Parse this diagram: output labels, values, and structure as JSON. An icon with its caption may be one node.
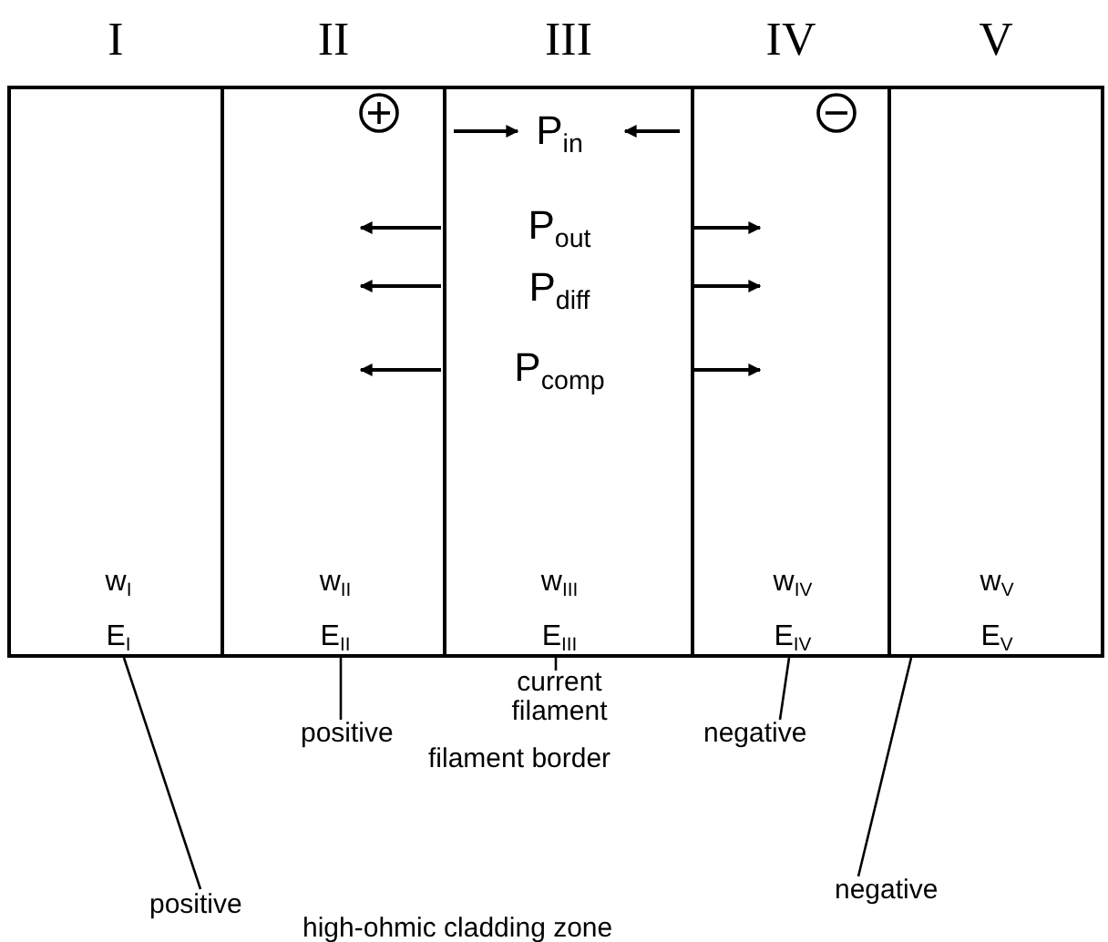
{
  "diagram": {
    "nodes": [
      {
        "text": [
          "I",
          "w$_{I}$",
          "E$_{I}$"
        ]
      },
      {
        "text": [
          "II",
          "w$_{II}$",
          "E$_{II}$"
        ]
      },
      {
        "text": [
          "III",
          "P$_{in}$",
          "P$_{out}$",
          "P$_{diff}$",
          "P$_{comp}$",
          "w$_{III}$",
          "E$_{III}$"
        ]
      },
      {
        "text": [
          "IV",
          "w$_{IV}$",
          "E$_{IV}$"
        ]
      },
      {
        "text": [
          "V",
          "w$_{V}$",
          "E$_{V}$"
        ]
      },
      {
        "text": [
          "current filament"
        ]
      },
      {
        "text": [
          "positive"
        ]
      },
      {
        "text": [
          "negative"
        ]
      },
      {
        "text": [
          "positive"
        ]
      },
      {
        "text": [
          "negative"
        ]
      }
    ],
    "edges": [
      {
        "from": 5,
        "to": 2,
        "arrow": "none"
      },
      {
        "from": 6,
        "to": 1,
        "arrow": "none"
      },
      {
        "from": 7,
        "to": 3,
        "arrow": "none"
      },
      {
        "from": 8,
        "to": 0,
        "arrow": "none"
      },
      {
        "from": 9,
        "to": 4,
        "arrow": "none"
      }
    ],
    "labels": [
      "filament border",
      "high-ohmic cladding zone"
    ]
  }
}
